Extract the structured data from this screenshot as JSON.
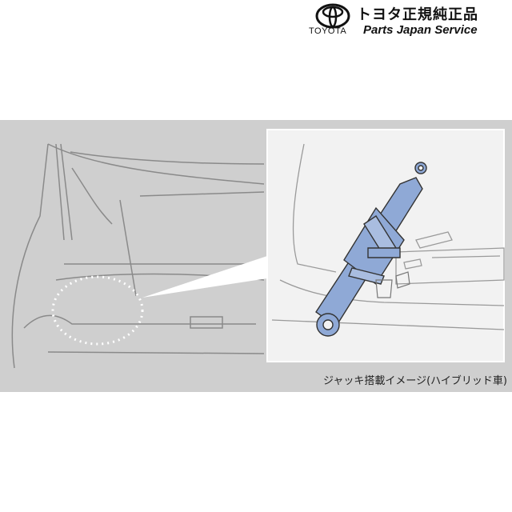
{
  "brand": {
    "wordmark": "TOYOTA",
    "tagline_jp": "トヨタ正規純正品",
    "tagline_en": "Parts Japan Service"
  },
  "illustration": {
    "caption": "ジャッキ搭載イメージ(ハイブリッド車)",
    "colors": {
      "panel_bg": "#cfcfcf",
      "inset_bg": "#f2f2f2",
      "jack_fill": "#8fa9d6",
      "line": "#555555"
    }
  }
}
